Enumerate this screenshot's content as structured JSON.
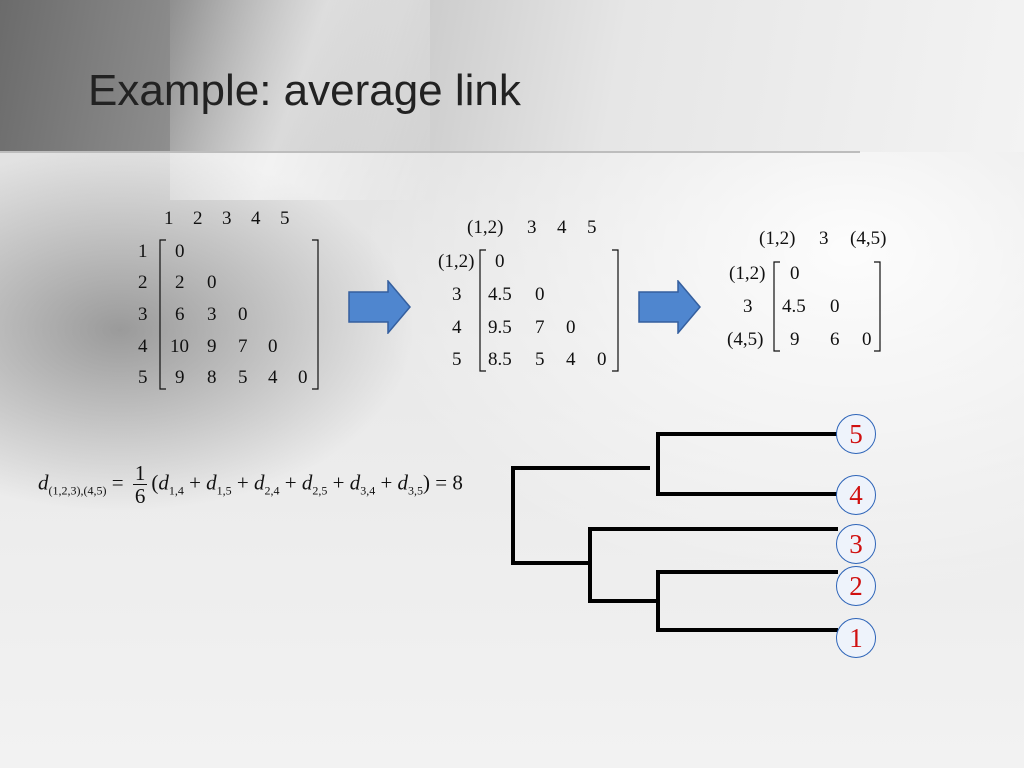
{
  "title": "Example: average link",
  "matrix1": {
    "col_headers": [
      "1",
      "2",
      "3",
      "4",
      "5"
    ],
    "row_labels": [
      "1",
      "2",
      "3",
      "4",
      "5"
    ],
    "rows": [
      [
        "0"
      ],
      [
        "2",
        "0"
      ],
      [
        "6",
        "3",
        "0"
      ],
      [
        "10",
        "9",
        "7",
        "0"
      ],
      [
        "9",
        "8",
        "5",
        "4",
        "0"
      ]
    ]
  },
  "matrix2": {
    "col_headers": [
      "(1,2)",
      "3",
      "4",
      "5"
    ],
    "row_labels": [
      "(1,2)",
      "3",
      "4",
      "5"
    ],
    "rows": [
      [
        "0"
      ],
      [
        "4.5",
        "0"
      ],
      [
        "9.5",
        "7",
        "0"
      ],
      [
        "8.5",
        "5",
        "4",
        "0"
      ]
    ]
  },
  "matrix3": {
    "col_headers": [
      "(1,2)",
      "3",
      "(4,5)"
    ],
    "row_labels": [
      "(1,2)",
      "3",
      "(4,5)"
    ],
    "rows": [
      [
        "0"
      ],
      [
        "4.5",
        "0"
      ],
      [
        "9",
        "6",
        "0"
      ]
    ]
  },
  "formula": {
    "lhs_d": "d",
    "lhs_sub": "(1,2,3),(4,5)",
    "equals": "=",
    "frac_num": "1",
    "frac_den": "6",
    "open": "(",
    "terms": [
      {
        "d": "d",
        "sub": "1,4"
      },
      {
        "d": "d",
        "sub": "1,5"
      },
      {
        "d": "d",
        "sub": "2,4"
      },
      {
        "d": "d",
        "sub": "2,5"
      },
      {
        "d": "d",
        "sub": "3,4"
      },
      {
        "d": "d",
        "sub": "3,5"
      }
    ],
    "plus": "+",
    "close": ")",
    "equals2": "=",
    "result": "8"
  },
  "dendrogram": {
    "leaves": [
      "5",
      "4",
      "3",
      "2",
      "1"
    ],
    "colors": {
      "node_border": "#2d64b8",
      "node_text": "#d01010"
    }
  },
  "colors": {
    "arrow": "#4f86cf",
    "arrow_border": "#355f9e"
  }
}
